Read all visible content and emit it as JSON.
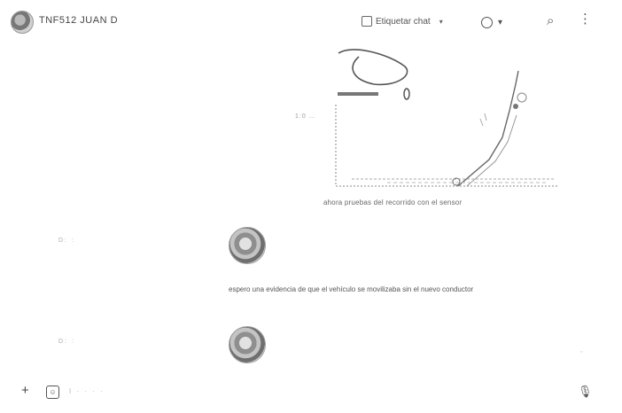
{
  "header": {
    "title": "TNF512 JUAN D",
    "label_chat": "Etiquetar chat"
  },
  "sent_image": {
    "side_label": "1:0 …",
    "caption": "ahora pruebas del recorrido con el sensor"
  },
  "messages": [
    {
      "meta": "D: :",
      "avatar_label": "contact-avatar"
    },
    {
      "text": "espero una evidencia de que el vehículo se movilizaba sin el nuevo conductor",
      "meta": "D: :"
    }
  ],
  "composer": {
    "placeholder": "I · · · ·"
  },
  "icons": {
    "add": "plus-icon",
    "sticker": "sticker-icon",
    "mic": "mic-icon",
    "search": "search-icon",
    "menu": "more-vertical-icon",
    "tag": "tag-icon",
    "status": "status-ring-icon"
  }
}
